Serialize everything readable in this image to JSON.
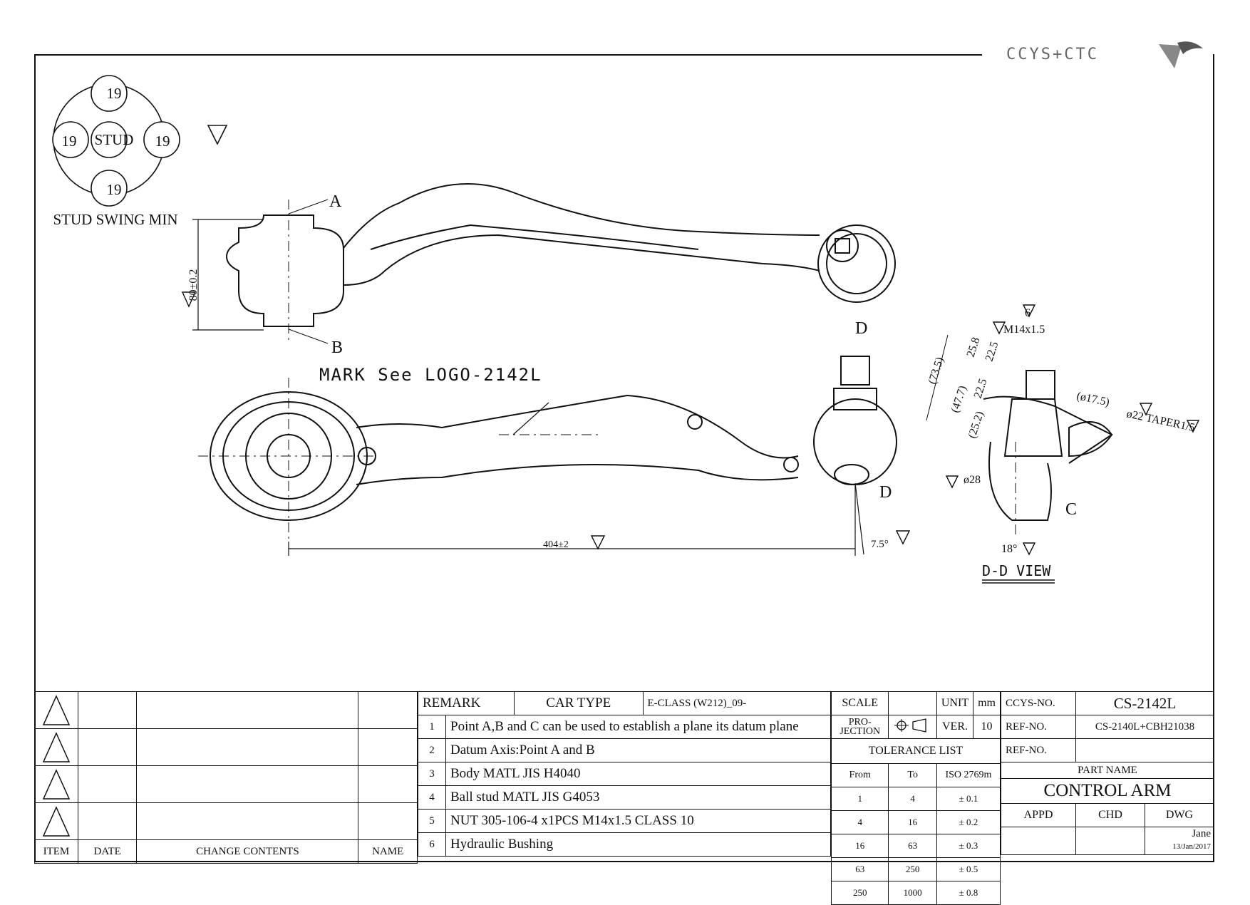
{
  "logo": {
    "text": "CCYS+CTC"
  },
  "stud_swing": {
    "center": "STUD",
    "angles": [
      "19",
      "19",
      "19",
      "19"
    ],
    "caption": "STUD SWING MIN"
  },
  "annotations": {
    "point_a": "A",
    "point_b": "B",
    "point_c": "C",
    "section_d_top": "D",
    "section_d_bottom": "D",
    "height_dim": "80±0.2",
    "mark_note": "MARK See LOGO-2142L",
    "length_dim": "404±2",
    "angle_dim": "7.5°",
    "dd_view": "D-D VIEW",
    "dd_thread": "M14x1.5",
    "dd_hex": "6",
    "dd_735": "(73.5)",
    "dd_258": "25.8",
    "dd_225a": "22.5",
    "dd_477": "(47.7)",
    "dd_225b": "22.5",
    "dd_252": "(25.2)",
    "dd_175": "(ø17.5)",
    "dd_taper": "ø22 TAPER1/5",
    "dd_28": "ø28",
    "dd_18": "18°"
  },
  "title_block": {
    "revision_headers": {
      "item": "ITEM",
      "date": "DATE",
      "change": "CHANGE CONTENTS",
      "name": "NAME"
    },
    "remark_label": "REMARK",
    "car_type_label": "CAR TYPE",
    "car_type_value": "E-CLASS (W212)_09-",
    "remarks": [
      {
        "no": "1",
        "text": "Point A,B and C can be used to establish a plane its datum plane"
      },
      {
        "no": "2",
        "text": "Datum Axis:Point A and B"
      },
      {
        "no": "3",
        "text": "Body MATL JIS H4040"
      },
      {
        "no": "4",
        "text": "Ball stud MATL JIS G4053"
      },
      {
        "no": "5",
        "text": "NUT 305-106-4 x1PCS M14x1.5 CLASS 10"
      },
      {
        "no": "6",
        "text": "Hydraulic Bushing"
      }
    ],
    "scale_label": "SCALE",
    "unit_label": "UNIT",
    "unit_value": "mm",
    "projection_label": "PRO- JECTION",
    "ver_label": "VER.",
    "ver_value": "10",
    "tolerance_title": "TOLERANCE LIST",
    "tolerance_headers": {
      "from": "From",
      "to": "To",
      "iso": "ISO 2769m"
    },
    "tolerances": [
      {
        "from": "1",
        "to": "4",
        "tol": "± 0.1"
      },
      {
        "from": "4",
        "to": "16",
        "tol": "± 0.2"
      },
      {
        "from": "16",
        "to": "63",
        "tol": "± 0.3"
      },
      {
        "from": "63",
        "to": "250",
        "tol": "± 0.5"
      },
      {
        "from": "250",
        "to": "1000",
        "tol": "± 0.8"
      }
    ],
    "ccys_no_label": "CCYS-NO.",
    "ccys_no_value": "CS-2142L",
    "ref_no_label": "REF-NO.",
    "ref_no_value": "CS-2140L+CBH21038",
    "ref_no2_label": "REF-NO.",
    "part_name_label": "PART NAME",
    "part_name_value": "CONTROL ARM",
    "appd_label": "APPD",
    "chd_label": "CHD",
    "dwg_label": "DWG",
    "dwg_name": "Jane",
    "dwg_date": "13/Jan/2017"
  }
}
